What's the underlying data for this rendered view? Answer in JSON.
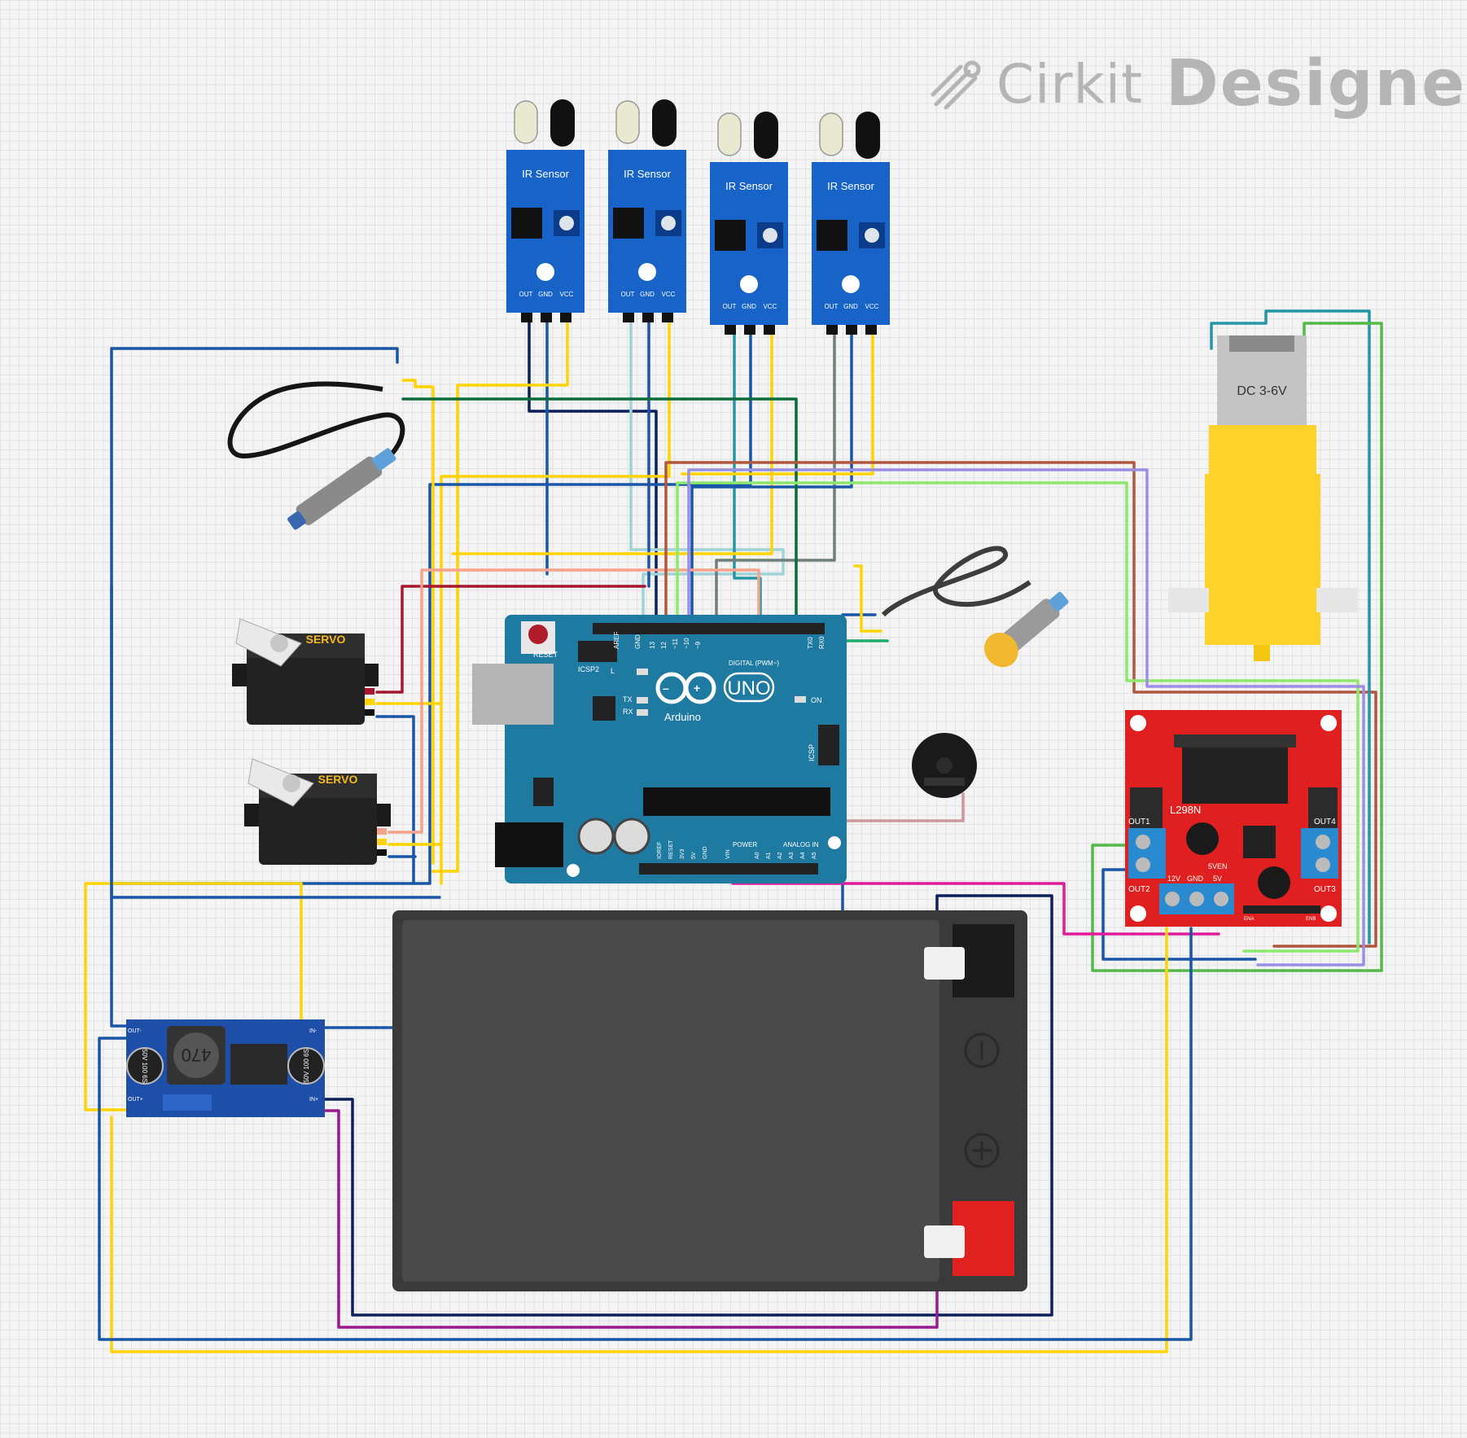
{
  "branding": {
    "brand_primary": "Cirkit",
    "brand_secondary": "Designer"
  },
  "ir_sensors": {
    "title": "IR Sensor",
    "pin_out": "OUT",
    "pin_gnd": "GND",
    "pin_vcc": "VCC"
  },
  "servo": {
    "label": "SERVO"
  },
  "motor": {
    "label": "DC 3-6V"
  },
  "arduino": {
    "brand": "Arduino",
    "model": "UNO",
    "reset": "RESET",
    "icsp2": "ICSP2",
    "icsp": "ICSP",
    "led_l": "L",
    "led_tx": "TX",
    "led_rx": "RX",
    "led_on": "ON",
    "digital": "DIGITAL (PWM~)",
    "power": "POWER",
    "analog": "ANALOG IN",
    "pin_aref": "AREF",
    "pin_gnd": "GND",
    "pin_13": "13",
    "pin_12": "12",
    "pin_11": "~11",
    "pin_10": "~10",
    "pin_9": "~9",
    "pin_tx0": "TX0",
    "pin_rx0": "RX0",
    "pin_ioref": "IOREF",
    "pin_reset": "RESET",
    "pin_3v3": "3V3",
    "pin_5v": "5V",
    "pin_gnd2": "GND",
    "pin_vin": "VIN",
    "pin_a0": "A0",
    "pin_a1": "A1",
    "pin_a2": "A2",
    "pin_a3": "A3",
    "pin_a4": "A4",
    "pin_a5": "A5"
  },
  "driver": {
    "chip": "L298N",
    "out1": "OUT1",
    "out2": "OUT2",
    "out3": "OUT3",
    "out4": "OUT4",
    "v12": "12V",
    "gnd": "GND",
    "v5": "5V",
    "en5v": "5VEN",
    "ena": "ENA",
    "enb": "ENB"
  },
  "buck": {
    "inductor": "470",
    "cap_left": "50V 100 6S",
    "cap_right": "50V 100 6S",
    "out_minus": "OUT-",
    "out_plus": "OUT+",
    "in_minus": "IN-",
    "in_plus": "IN+"
  },
  "colors": {
    "wire_yellow": "#ffd400",
    "wire_blue": "#1a56a8",
    "wire_navy": "#0d1f5c",
    "wire_teal": "#2596a6",
    "wire_lightblue": "#9fd3d8",
    "wire_green": "#54b948",
    "wire_lime": "#8ee86b",
    "wire_purple": "#9a8ee6",
    "wire_brown": "#b0573e",
    "wire_red": "#a8172f",
    "wire_pink": "#f7a38b",
    "wire_magenta": "#e01b9c",
    "wire_darkgreen": "#0b6b3a",
    "wire_gray": "#6f7f77",
    "sensor_blue": "#1763c8",
    "arduino_teal": "#1e7aa0",
    "driver_red": "#e02020",
    "buck_blue": "#1e4fa8",
    "motor_yellow": "#fdd22b",
    "battery_gray": "#4a4a4a",
    "terminal_red": "#e12020"
  }
}
